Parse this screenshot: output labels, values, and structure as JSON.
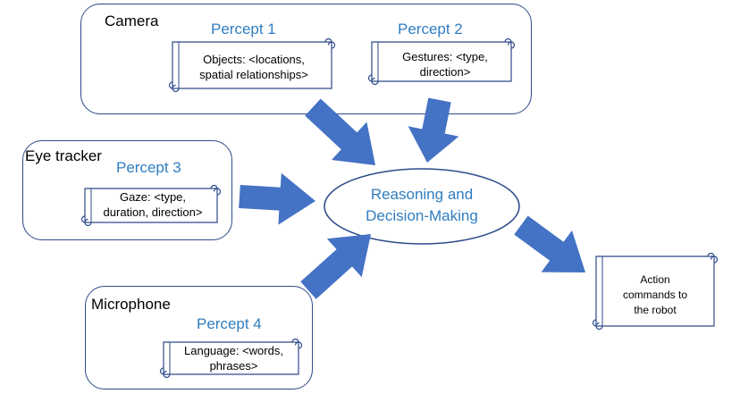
{
  "groups": {
    "camera": {
      "label": "Camera",
      "percepts": [
        {
          "title": "Percept 1",
          "lines": [
            "Objects: <locations,",
            "spatial relationships>"
          ]
        },
        {
          "title": "Percept 2",
          "lines": [
            "Gestures: <type,",
            "direction>"
          ]
        }
      ]
    },
    "eye_tracker": {
      "label": "Eye tracker",
      "percept": {
        "title": "Percept 3",
        "lines": [
          "Gaze: <type,",
          "duration, direction>"
        ]
      }
    },
    "microphone": {
      "label": "Microphone",
      "percept": {
        "title": "Percept 4",
        "lines": [
          "Language: <words,",
          "phrases>"
        ]
      }
    }
  },
  "center": {
    "lines": [
      "Reasoning and",
      "Decision-Making"
    ]
  },
  "output": {
    "lines": [
      "Action",
      "commands to",
      "the robot"
    ]
  },
  "colors": {
    "arrow": "#4472c4",
    "outline": "#2e4a8a",
    "percept_text": "#2f7dc0"
  }
}
